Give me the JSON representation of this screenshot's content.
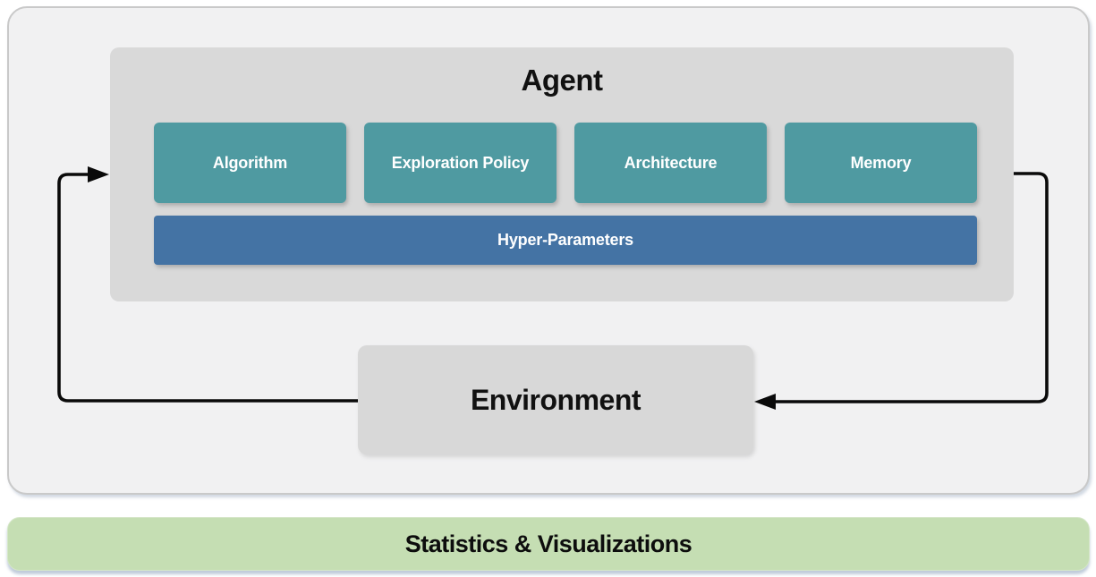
{
  "diagram": {
    "agent": {
      "title": "Agent",
      "components": [
        {
          "label": "Algorithm"
        },
        {
          "label": "Exploration Policy"
        },
        {
          "label": "Architecture"
        },
        {
          "label": "Memory"
        }
      ],
      "hyper_parameters": {
        "label": "Hyper-Parameters"
      }
    },
    "environment": {
      "title": "Environment"
    },
    "stats_bar": {
      "label": "Statistics & Visualizations"
    },
    "arrows": {
      "agent_to_environment": "agent-output-to-environment",
      "environment_to_agent": "environment-output-to-agent"
    },
    "colors": {
      "outer_panel_bg": "#f1f1f2",
      "agent_panel_bg": "#d9d9d9",
      "component_bg": "#4f9aa1",
      "hyper_parameters_bg": "#4473a4",
      "environment_bg": "#d8d8d8",
      "stats_bar_bg": "#c5deb3",
      "arrow": "#0a0a0a",
      "text_on_dark": "#ffffff",
      "text_on_light": "#111111"
    }
  }
}
